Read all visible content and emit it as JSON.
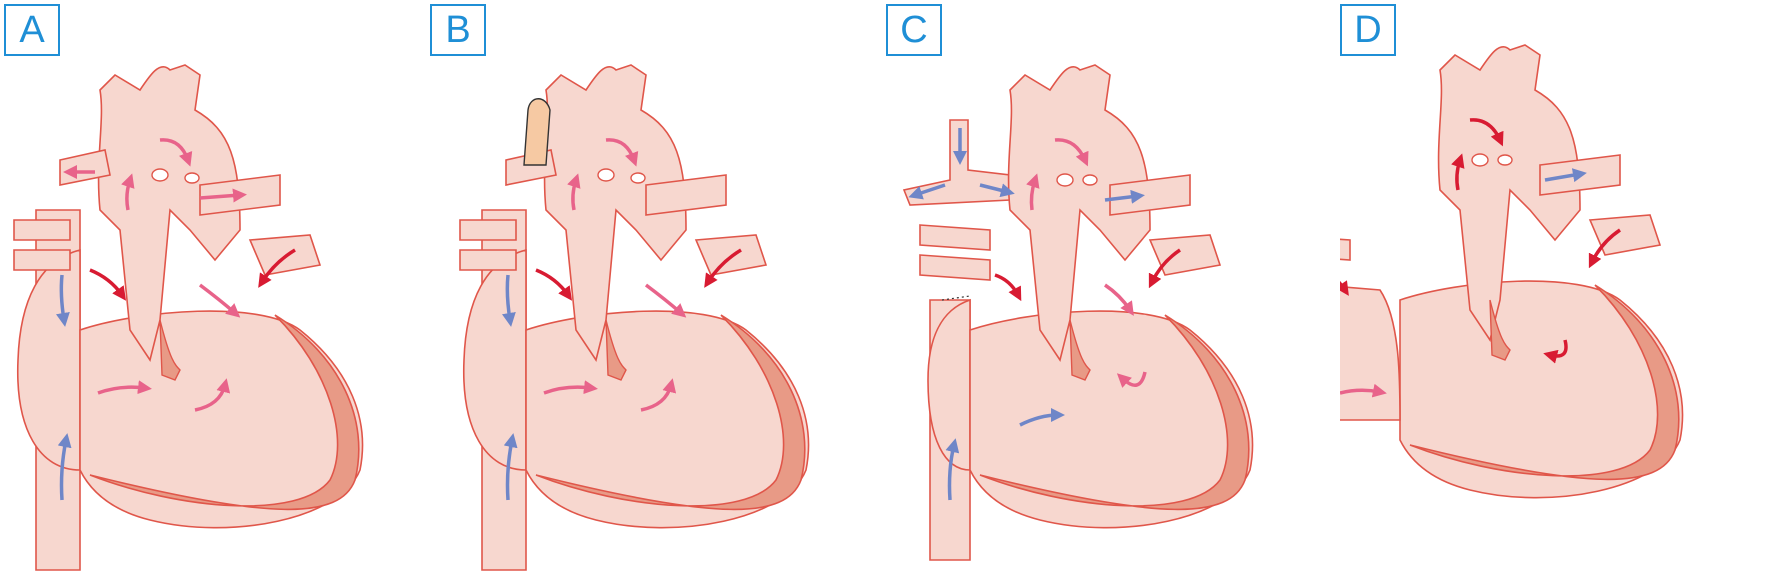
{
  "panels": [
    {
      "label": "A"
    },
    {
      "label": "B"
    },
    {
      "label": "C"
    },
    {
      "label": "D"
    }
  ],
  "colors": {
    "tissue": "#f7d7cf",
    "outline": "#e0564a",
    "myocardium": "#e89a86",
    "oxygenated_arrow": "#d81b32",
    "mixed_arrow": "#e8638a",
    "deoxygenated_arrow": "#6f86c8",
    "graft": "#f6c9a3",
    "label": "#1f8fd6"
  }
}
